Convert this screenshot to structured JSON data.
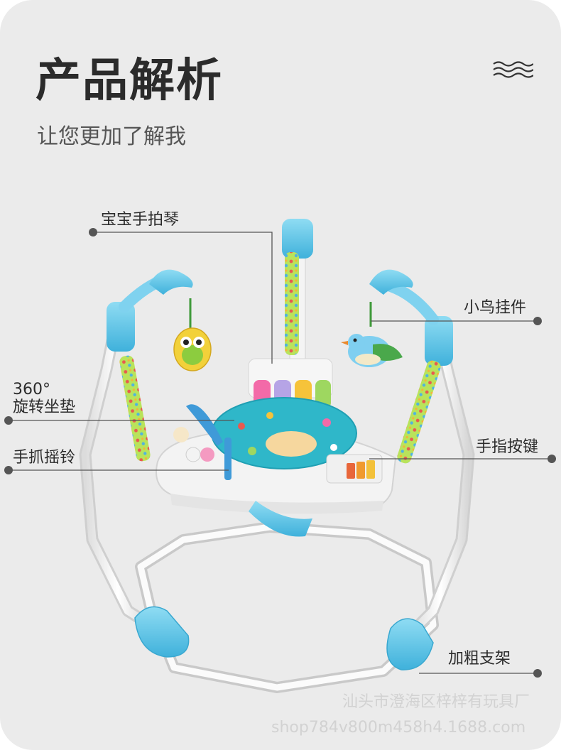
{
  "header": {
    "title": "产品解析",
    "subtitle": "让您更加了解我",
    "decoration_icon": "wave-lines-icon"
  },
  "callouts": {
    "piano": "宝宝手拍琴",
    "bird": "小鸟挂件",
    "seat_line1": "360°",
    "seat_line2": "旋转坐垫",
    "rattle": "手抓摇铃",
    "keys": "手指按键",
    "frame": "加粗支架"
  },
  "watermark": {
    "company": "汕头市澄海区梓梓有玩具厂",
    "shop": "shop784v800m458h4.1688.com"
  },
  "colors": {
    "background": "#ebebeb",
    "accent_blue": "#5fc3e6",
    "seat_teal": "#2fb7c9",
    "frame_white": "#f7f7f7",
    "line_gray": "#555555"
  }
}
